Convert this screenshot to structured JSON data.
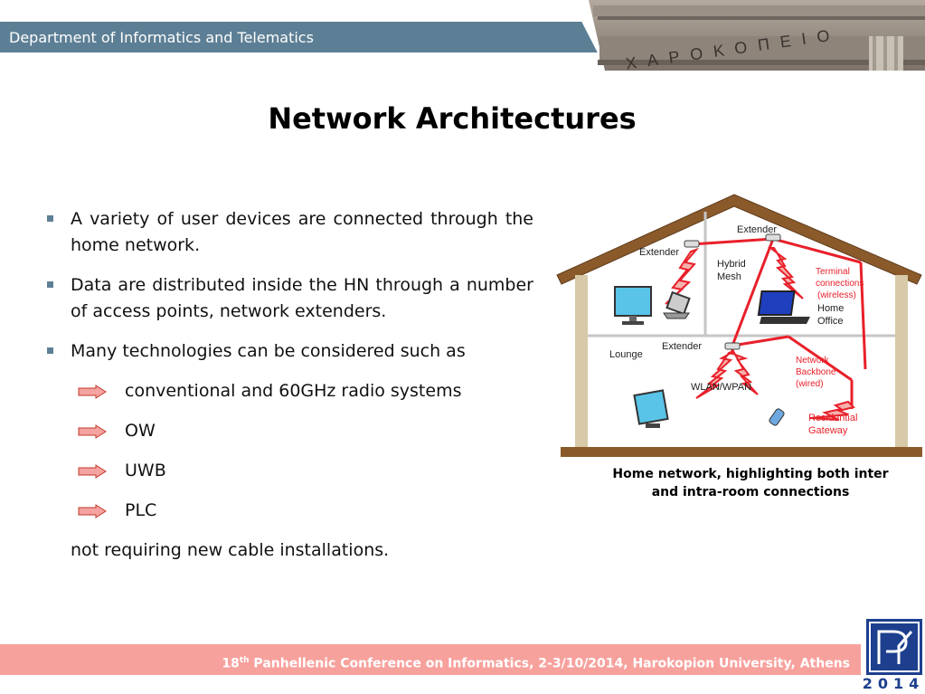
{
  "header": {
    "department": "Department of Informatics and Telematics",
    "banner_inscription": "ΧΑΡΟΚΟΠΕΙΟ"
  },
  "slide": {
    "title": "Network Architectures",
    "bullets": [
      "A variety of user devices are connected through the home network.",
      "Data are distributed inside the HN through a number of access points, network extenders.",
      "Many technologies can be considered such as"
    ],
    "technologies": [
      "conventional and 60GHz radio systems",
      "OW",
      "UWB",
      "PLC"
    ],
    "closing": "not requiring new cable installations."
  },
  "diagram": {
    "labels": {
      "extender_left": "Extender",
      "extender_top": "Extender",
      "extender_mid": "Extender",
      "hybrid_mesh_1": "Hybrid",
      "hybrid_mesh_2": "Mesh",
      "terminal_1": "Terminal",
      "terminal_2": "connections",
      "terminal_3": "(wireless)",
      "home_office_1": "Home",
      "home_office_2": "Office",
      "lounge": "Lounge",
      "network_1": "Network",
      "network_2": "Backbone",
      "network_3": "(wired)",
      "wlan": "WLAN/WPAN",
      "residential_1": "Residential",
      "residential_2": "Gateway"
    },
    "caption_line1": "Home network, highlighting both inter",
    "caption_line2": "and intra-room connections"
  },
  "footer": {
    "conference_prefix": "18",
    "conference_sup": "th",
    "conference_rest": " Panhellenic Conference on Informatics, 2-3/10/2014, Harokopion University, Athens",
    "logo_year": "2014"
  },
  "colors": {
    "header_bar": "#5d7f95",
    "footer_bar": "#f7a19d",
    "wire_red": "#e8202a",
    "roof_brown": "#8b5a2b",
    "logo_blue": "#1d3f8e"
  }
}
